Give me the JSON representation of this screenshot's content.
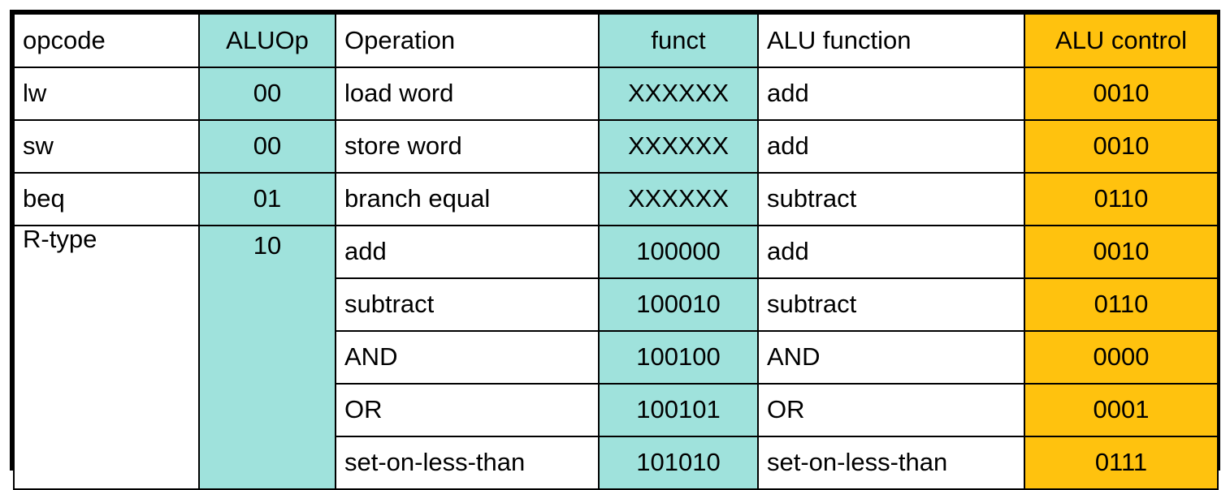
{
  "table": {
    "columns": [
      {
        "key": "opcode",
        "label": "opcode",
        "align": "left",
        "fill": "white"
      },
      {
        "key": "aluop",
        "label": "ALUOp",
        "align": "center",
        "fill": "cyan"
      },
      {
        "key": "operation",
        "label": "Operation",
        "align": "left",
        "fill": "white"
      },
      {
        "key": "funct",
        "label": "funct",
        "align": "center",
        "fill": "cyan"
      },
      {
        "key": "alufunction",
        "label": "ALU function",
        "align": "left",
        "fill": "white"
      },
      {
        "key": "alucontrol",
        "label": "ALU control",
        "align": "center",
        "fill": "orange"
      }
    ],
    "colors": {
      "cyan": "#9FE2DC",
      "orange": "#FFC20E",
      "white": "#FFFFFF",
      "border": "#000000",
      "text": "#000000"
    },
    "rows": [
      {
        "opcode": "lw",
        "aluop": "00",
        "operation": "load word",
        "funct": "XXXXXX",
        "alufunction": "add",
        "alucontrol": "0010"
      },
      {
        "opcode": "sw",
        "aluop": "00",
        "operation": "store word",
        "funct": "XXXXXX",
        "alufunction": "add",
        "alucontrol": "0010"
      },
      {
        "opcode": "beq",
        "aluop": "01",
        "operation": "branch equal",
        "funct": "XXXXXX",
        "alufunction": "subtract",
        "alucontrol": "0110"
      },
      {
        "opcode": "R-type",
        "aluop": "10",
        "opcode_rowspan": 5,
        "aluop_rowspan": 5,
        "operation": "add",
        "funct": "100000",
        "alufunction": "add",
        "alucontrol": "0010"
      },
      {
        "operation": "subtract",
        "funct": "100010",
        "alufunction": "subtract",
        "alucontrol": "0110"
      },
      {
        "operation": "AND",
        "funct": "100100",
        "alufunction": "AND",
        "alucontrol": "0000"
      },
      {
        "operation": "OR",
        "funct": "100101",
        "alufunction": "OR",
        "alucontrol": "0001"
      },
      {
        "operation": "set-on-less-than",
        "funct": "101010",
        "alufunction": "set-on-less-than",
        "alucontrol": "0111"
      }
    ]
  }
}
